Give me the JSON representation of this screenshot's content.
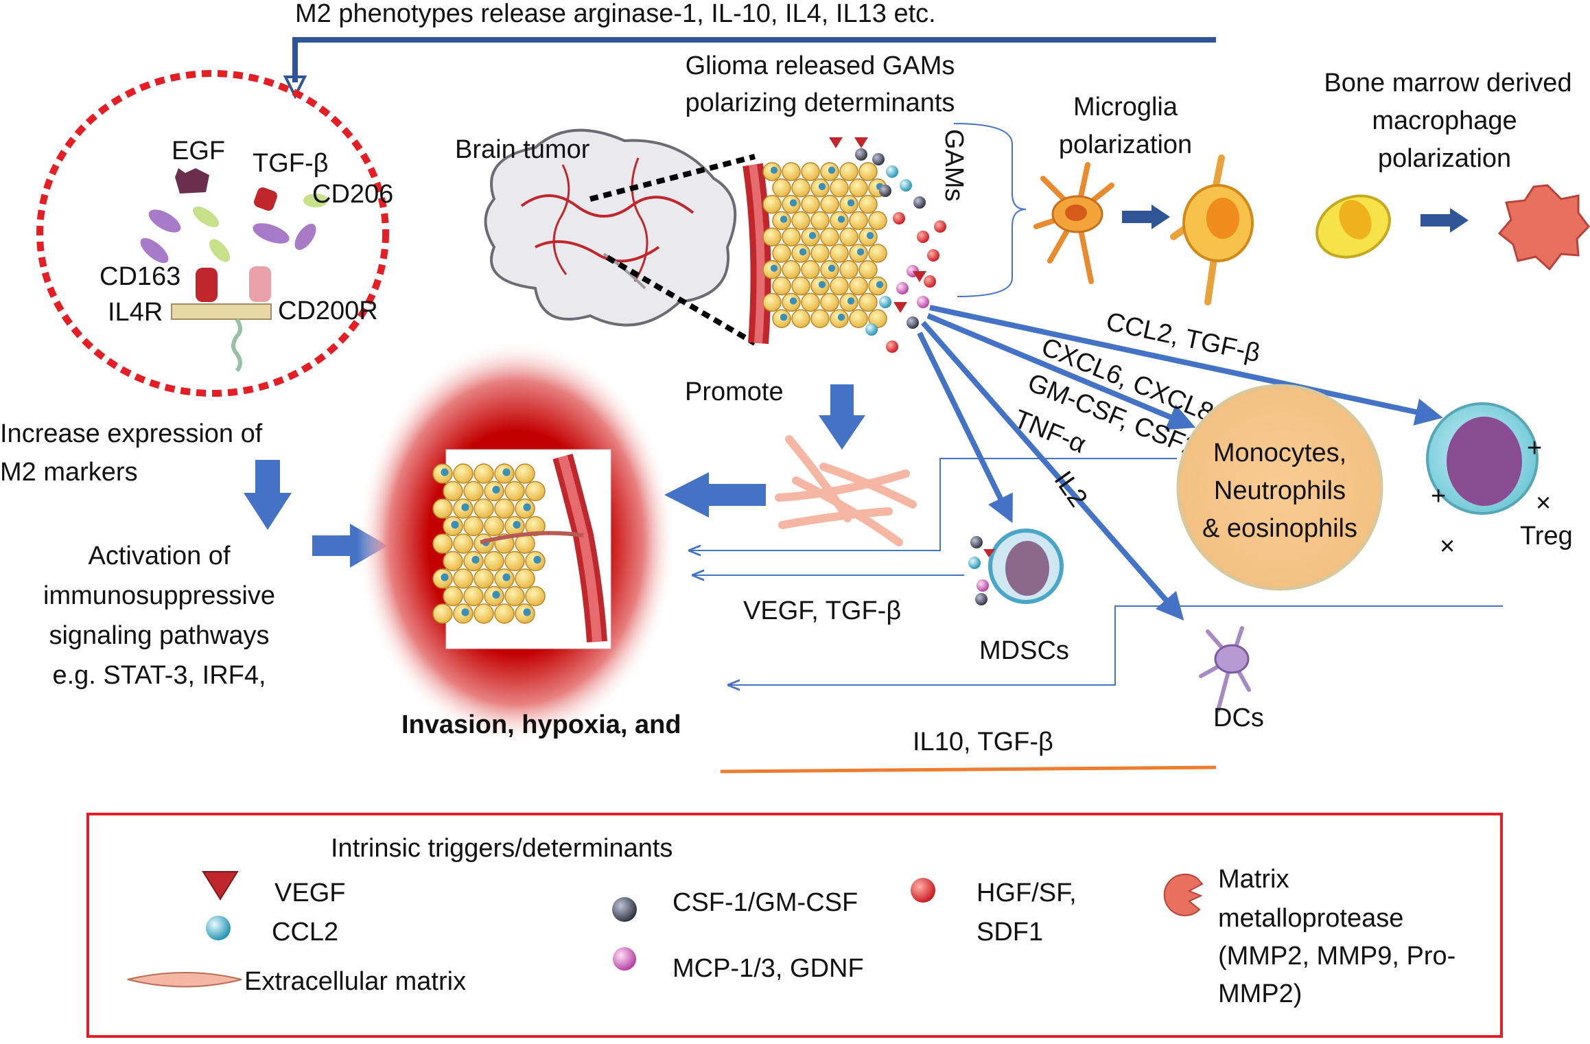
{
  "top_feedback": "M2 phenotypes release arginase-1, IL-10, IL4, IL13 etc.",
  "receptors": {
    "egf": "EGF",
    "tgfb": "TGF-β",
    "cd206": "CD206",
    "cd163": "CD163",
    "il4r": "IL4R",
    "cd200r": "CD200R"
  },
  "glioma_title": [
    "Glioma released GAMs",
    "polarizing determinants"
  ],
  "brain_tumor": "Brain tumor",
  "gams": "GAMs",
  "microglia": [
    "Microglia",
    "polarization"
  ],
  "bone_marrow": [
    "Bone marrow derived",
    "macrophage",
    "polarization"
  ],
  "increase_expression": [
    "Increase expression of",
    "M2 markers"
  ],
  "activation": [
    "Activation of",
    "immunosuppressive",
    "signaling pathways",
    "e.g. STAT-3, IRF4,"
  ],
  "promote": "Promote",
  "invasion": "Invasion, hypoxia, and",
  "arrow_labels": {
    "ccl2_tgfb": "CCL2, TGF-β",
    "cxcl": "CXCL6, CXCL8,",
    "gmcsf": "GM-CSF, CSF2,",
    "tnfa": "TNF-α",
    "il2": "IL2"
  },
  "monocytes": [
    "Monocytes,",
    "Neutrophils",
    "& eosinophils"
  ],
  "treg": "Treg",
  "vegf_tgfb": "VEGF, TGF-β",
  "mdscs": "MDSCs",
  "dcs": "DCs",
  "il10_tgfb": "IL10, TGF-β",
  "legend": {
    "title": "Intrinsic triggers/determinants",
    "vegf": "VEGF",
    "ccl2": "CCL2",
    "ecm": "Extracellular matrix",
    "csf1": "CSF-1/GM-CSF",
    "mcp": "MCP-1/3, GDNF",
    "hgf": [
      "HGF/SF,",
      "SDF1"
    ],
    "mmp": [
      "Matrix",
      "metalloprotease",
      "(MMP2, MMP9, Pro-",
      "MMP2)"
    ]
  },
  "colors": {
    "arrow_blue": "#4472c4",
    "dark_blue": "#2f5597",
    "red": "#e31e24",
    "legend_border": "#e31e24",
    "orange_line": "#ed7d31",
    "vessel": "#c0272d"
  }
}
